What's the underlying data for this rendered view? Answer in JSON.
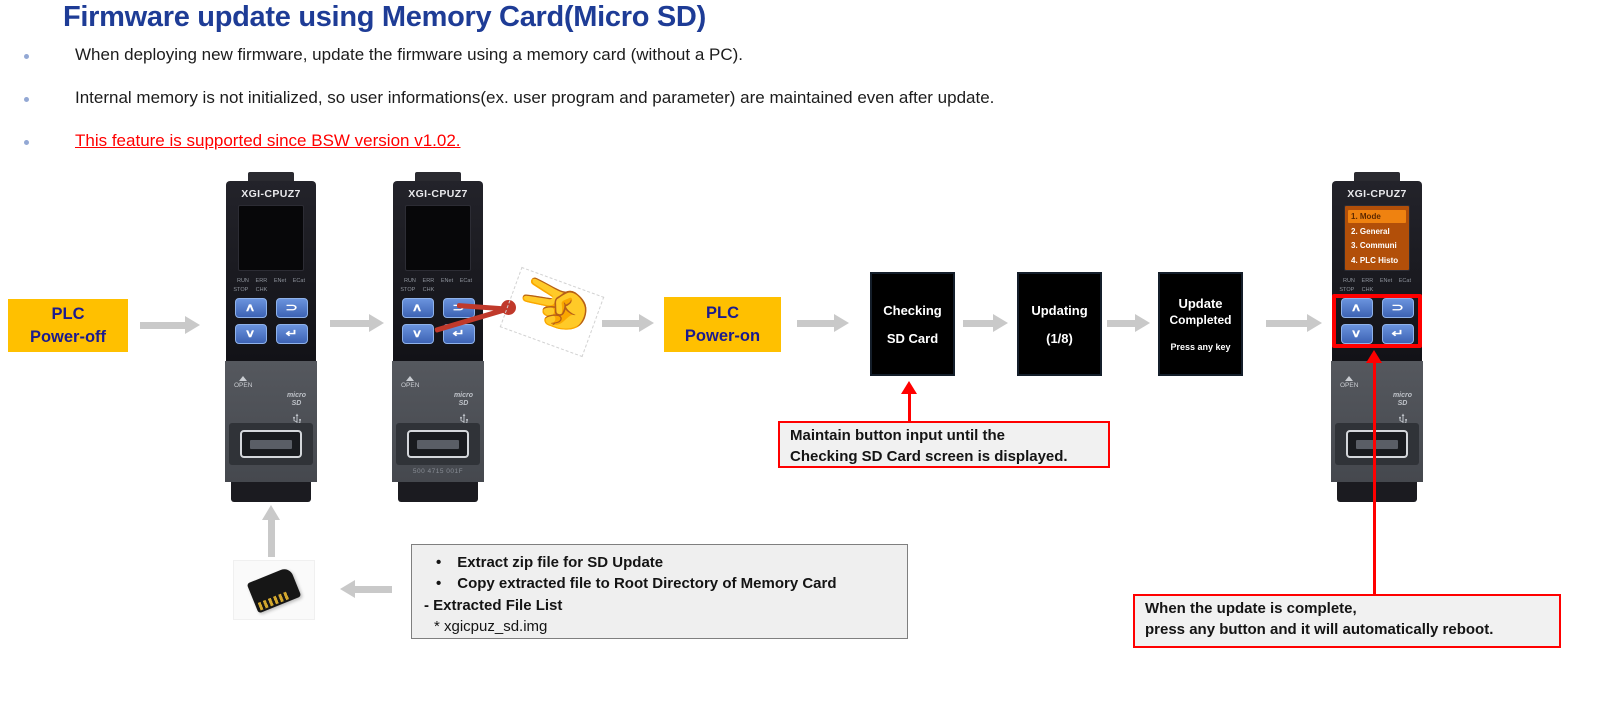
{
  "slide": {
    "title": "Firmware update using Memory Card(Micro SD)",
    "bullets": [
      "When deploying new firmware, update the firmware using a memory card (without a PC).",
      "Internal memory is not initialized, so user informations(ex. user program and parameter) are maintained even after update.",
      "This feature is supported since BSW version v1.02."
    ]
  },
  "flow": {
    "power_off": {
      "line1": "PLC",
      "line2": "Power-off"
    },
    "power_on": {
      "line1": "PLC",
      "line2": "Power-on"
    },
    "screen_checking": {
      "line1": "Checking",
      "line2": "SD Card"
    },
    "screen_updating": {
      "line1": "Updating",
      "line2": "(1/8)"
    },
    "screen_completed": {
      "line1": "Update",
      "line2": "Completed",
      "line3": "Press any key"
    }
  },
  "device": {
    "model": "XGI-CPUZ7",
    "leds_row1": [
      "RUN",
      "ERR",
      "ENet",
      "ECat"
    ],
    "leds_row2": [
      "STOP",
      "CHK"
    ],
    "open_label": "OPEN",
    "sd_logo_line1": "micro",
    "sd_logo_line2": "SD",
    "serial": "500 4715 001F",
    "btn_up": "∧",
    "btn_back": "⊃",
    "btn_down": "∨",
    "btn_enter": "↵"
  },
  "menu": {
    "items": [
      "1. Mode",
      "2. General",
      "3. Communi",
      "4. PLC Histo"
    ]
  },
  "notes": {
    "maintain_line1": "Maintain button input until the",
    "maintain_line2": "Checking SD Card screen is displayed.",
    "reboot_line1": "When the update is complete,",
    "reboot_line2": "press any button and it will automatically reboot.",
    "sd_instructions": {
      "item1": "Extract zip file for SD Update",
      "item2": "Copy extracted file to Root Directory of Memory Card",
      "item3": "- Extracted File List",
      "item4": "* xgicpuz_sd.img"
    }
  },
  "colors": {
    "title_blue": "#1e3c96",
    "accent_yellow": "#ffc000",
    "yellow_box_text": "#1b1b8e",
    "warning_red": "#ff0000",
    "press_red": "#c0392b",
    "arrow_gray": "#c9c9c9",
    "button_blue": "#4e78c8",
    "menu_orange": "#b24f09",
    "menu_selected_orange": "#ef8210"
  }
}
